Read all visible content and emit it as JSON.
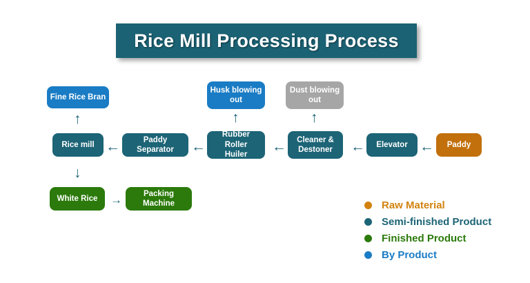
{
  "title": "Rice Mill Processing Process",
  "nodes": {
    "paddy": "Paddy",
    "elevator": "Elevator",
    "cleaner_destoner": "Cleaner &\nDestoner",
    "cleaner_destoner_l1": "Cleaner &",
    "cleaner_destoner_l2": "Destoner",
    "rubber_roller_huller_l1": "Rubber Roller",
    "rubber_roller_huller_l2": "Huiler",
    "paddy_separator": "Paddy Separator",
    "rice_mill": "Rice mill",
    "fine_rice_bran": "Fine Rice Bran",
    "husk_blowing_out_l1": "Husk blowing",
    "husk_blowing_out_l2": "out",
    "dust_blowing_out_l1": "Dust blowing",
    "dust_blowing_out_l2": "out",
    "white_rice": "White Rice",
    "packing_machine": "Packing Machine"
  },
  "arrows": {
    "left": "←",
    "up": "↑",
    "down": "↓",
    "right": "→"
  },
  "legend": {
    "items": [
      {
        "label": "Raw Material",
        "color": "#D2820E"
      },
      {
        "label": "Semi-finished Product",
        "color": "#1C6476"
      },
      {
        "label": "Finished Product",
        "color": "#2B7A0B"
      },
      {
        "label": "By Product",
        "color": "#1A7CC4"
      }
    ]
  },
  "colors": {
    "banner": "#1B6274",
    "raw_material": "#C2700C",
    "semi_finished": "#1C6476",
    "finished": "#2B7A0B",
    "by_product": "#1A7CC4",
    "dust": "#A6A6A6",
    "arrow": "#1C6476",
    "background": "#FFFFFF"
  }
}
